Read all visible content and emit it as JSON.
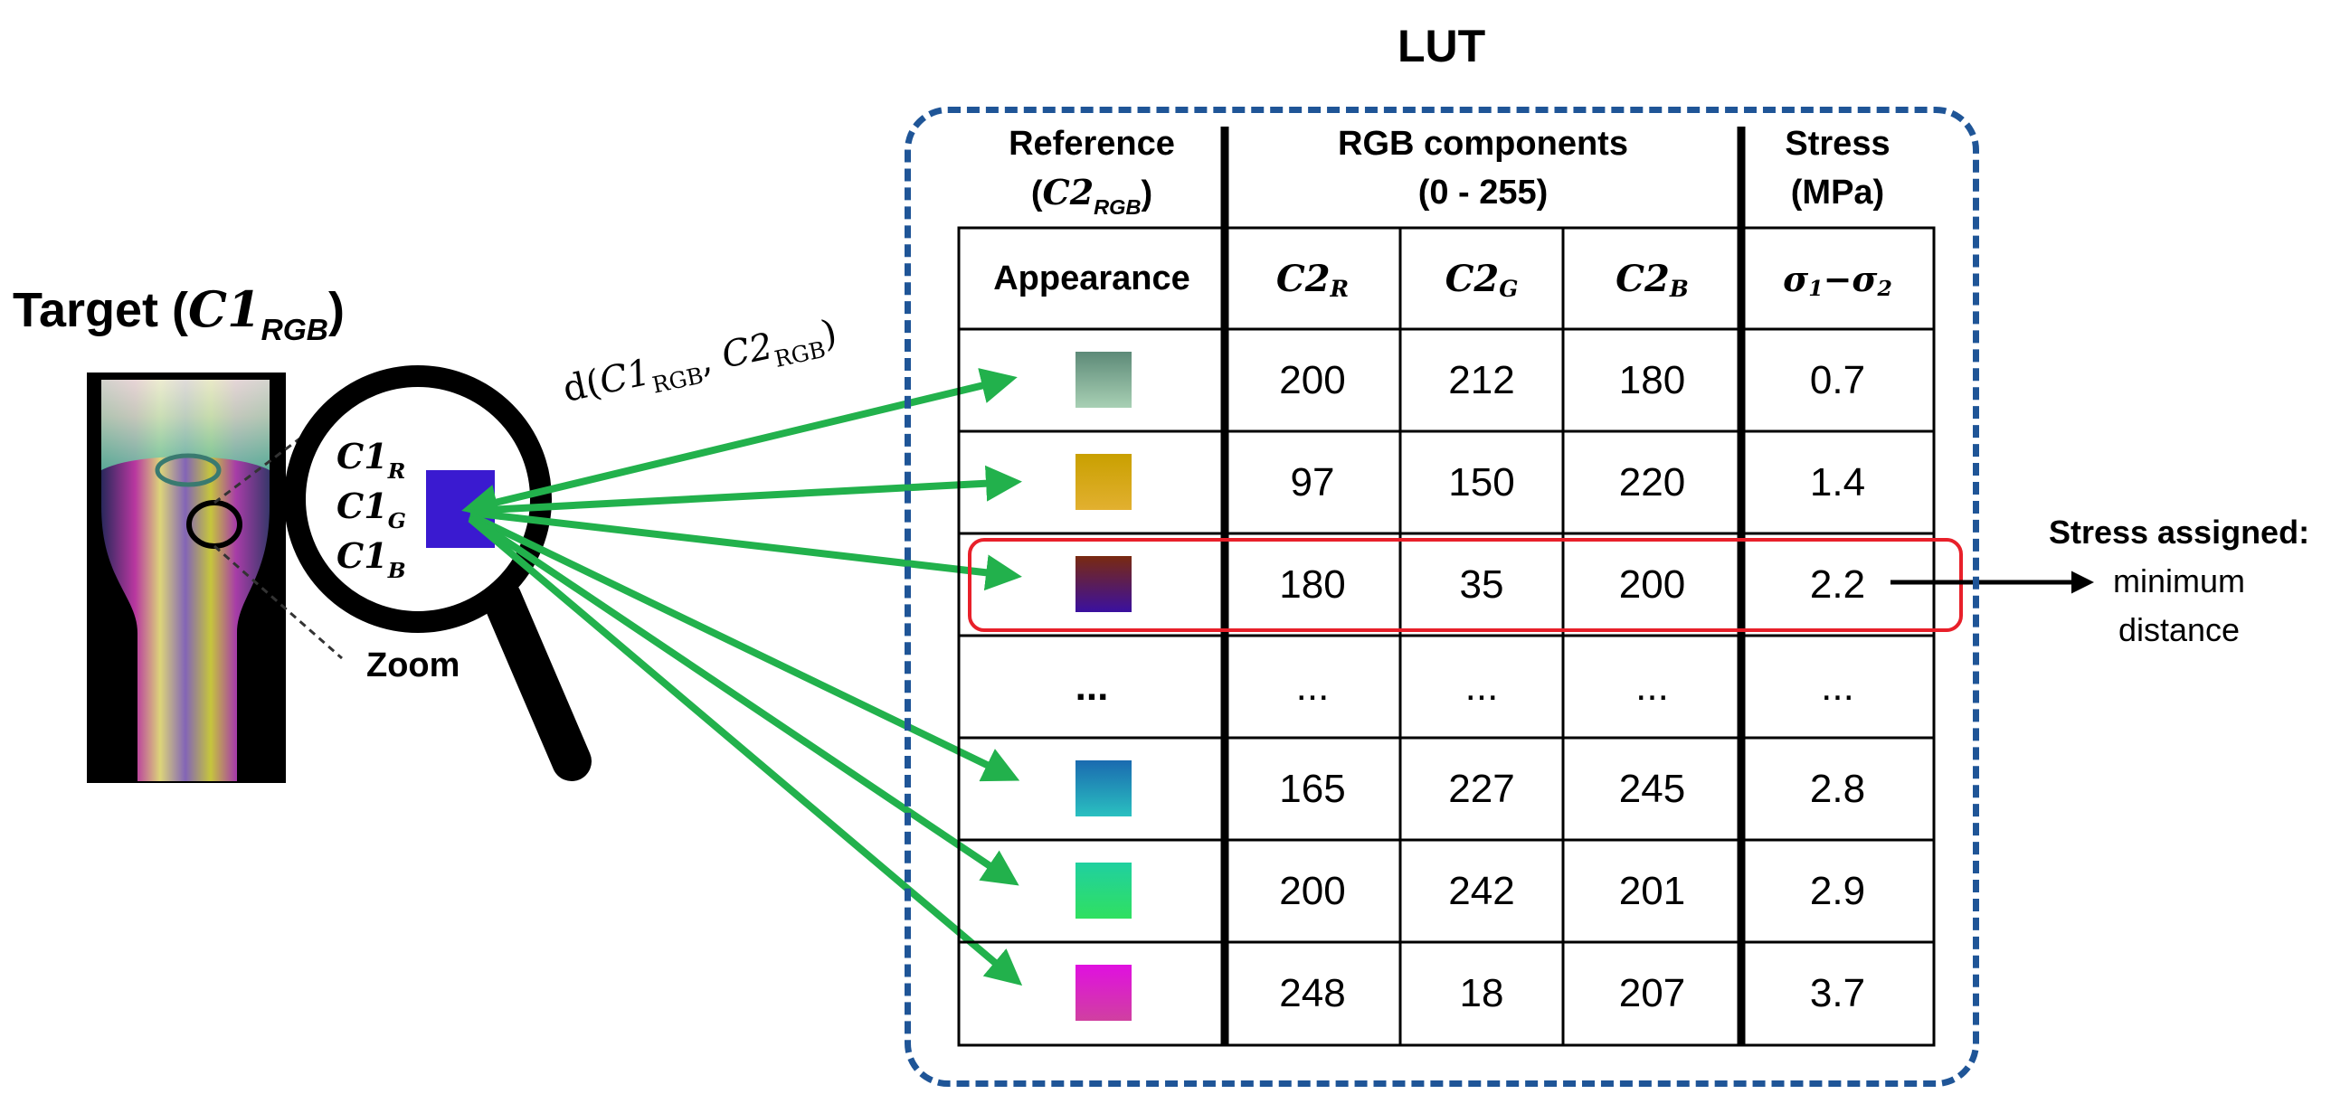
{
  "lut_title": "LUT",
  "target_title_prefix": "Target (",
  "target_title_var": "C1",
  "target_title_sub": "RGB",
  "target_title_suffix": ")",
  "zoom_label": "Zoom",
  "distance_label": {
    "prefix": "d(",
    "a": "C1",
    "a_sub": "RGB",
    "sep": ", ",
    "b": "C2",
    "b_sub": "RGB",
    "suffix": ")"
  },
  "zoom_components": [
    {
      "var": "C1",
      "sub": "R"
    },
    {
      "var": "C1",
      "sub": "G"
    },
    {
      "var": "C1",
      "sub": "B"
    }
  ],
  "header": {
    "reference_line1": "Reference",
    "reference_line2_var": "C2",
    "reference_line2_sub": "RGB",
    "rgb_line1": "RGB components",
    "rgb_line2": "(0 - 255)",
    "stress_line1": "Stress",
    "stress_line2": "(MPa)"
  },
  "columns": {
    "appearance": "Appearance",
    "c2r": {
      "var": "C2",
      "sub": "R"
    },
    "c2g": {
      "var": "C2",
      "sub": "G"
    },
    "c2b": {
      "var": "C2",
      "sub": "B"
    },
    "stress": {
      "s1": "σ",
      "s1_sub": "1",
      "minus": " − ",
      "s2": "σ",
      "s2_sub": "2"
    }
  },
  "rows": [
    {
      "r": "200",
      "g": "212",
      "b": "180",
      "stress": "0.7",
      "swatch": [
        "#5d8a78",
        "#a8d0b4"
      ]
    },
    {
      "r": "97",
      "g": "150",
      "b": "220",
      "stress": "1.4",
      "swatch": [
        "#c9a000",
        "#e2b030"
      ]
    },
    {
      "r": "180",
      "g": "35",
      "b": "200",
      "stress": "2.2",
      "swatch": [
        "#7a2a10",
        "#3a10a0"
      ]
    },
    {
      "r": "...",
      "g": "...",
      "b": "...",
      "stress": "...",
      "appearance_text": "..."
    },
    {
      "r": "165",
      "g": "227",
      "b": "245",
      "stress": "2.8",
      "swatch": [
        "#1a6ab0",
        "#2ac0c0"
      ]
    },
    {
      "r": "200",
      "g": "242",
      "b": "201",
      "stress": "2.9",
      "swatch": [
        "#20d0a0",
        "#30e060"
      ]
    },
    {
      "r": "248",
      "g": "18",
      "b": "207",
      "stress": "3.7",
      "swatch": [
        "#e010e0",
        "#d040a0"
      ]
    }
  ],
  "stress_assigned": {
    "line1": "Stress assigned:",
    "line2": "minimum",
    "line3": "distance"
  },
  "colors": {
    "arrow": "#22b14c",
    "frame": "#1f5597",
    "highlight": "#e8202a",
    "zoom_patch": "#3a1ad0"
  }
}
